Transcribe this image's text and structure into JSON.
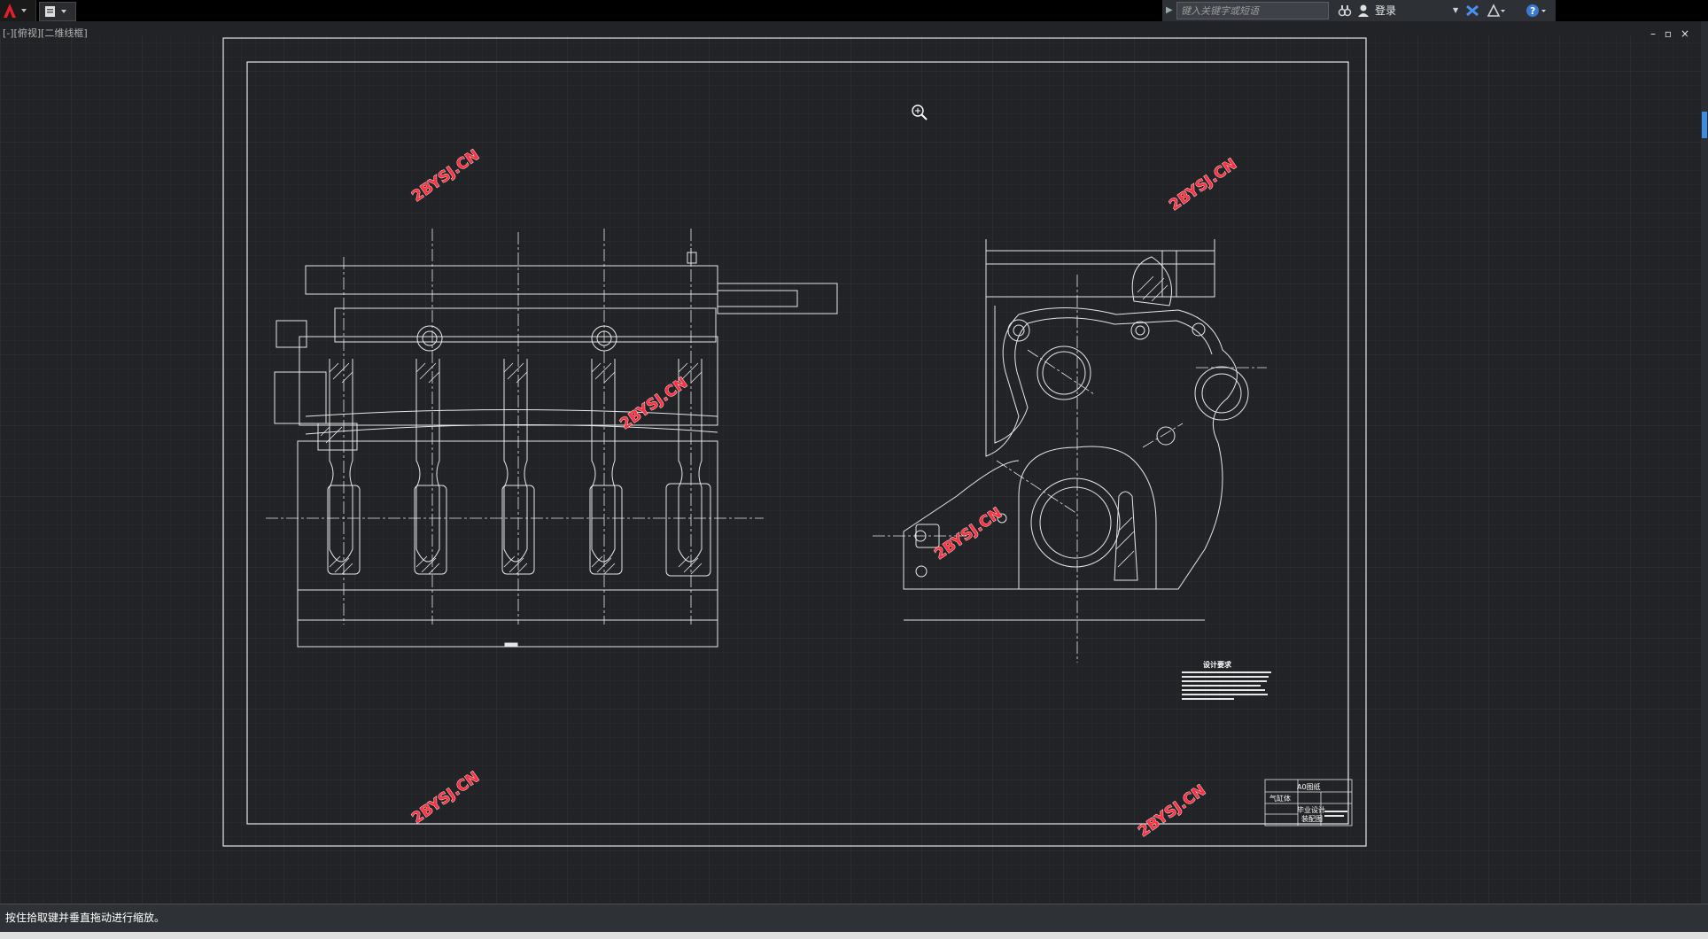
{
  "toolbar": {
    "app_icon": "autocad-logo-icon",
    "quick_access_icon": "document-menu-icon"
  },
  "infocenter": {
    "search_placeholder": "键入关键字或短语",
    "signin_label": "登录",
    "icons": [
      "search-binoculars-icon",
      "user-icon",
      "exchange-icon",
      "autodesk-a360-icon",
      "help-icon"
    ]
  },
  "viewport": {
    "caption": "[-][俯视][二维线框]"
  },
  "window_controls": {
    "minimize": "–",
    "restore": "▫",
    "close": "×"
  },
  "drawing": {
    "watermark": "2BYSJ.CN",
    "notes_title": "设计要求",
    "title_block": {
      "sheet_size": "A0图纸",
      "part_name": "气缸体",
      "project": "毕业设计",
      "drawing_type": "装配图"
    }
  },
  "cursor_icon": "zoom-magnifier-icon",
  "command_line": {
    "prompt": "按住拾取键并垂直拖动进行缩放。"
  },
  "colors": {
    "model_background": "#212326",
    "linework": "#e6e6e6",
    "watermark": "#ff3040",
    "toolbar": "#000000"
  }
}
